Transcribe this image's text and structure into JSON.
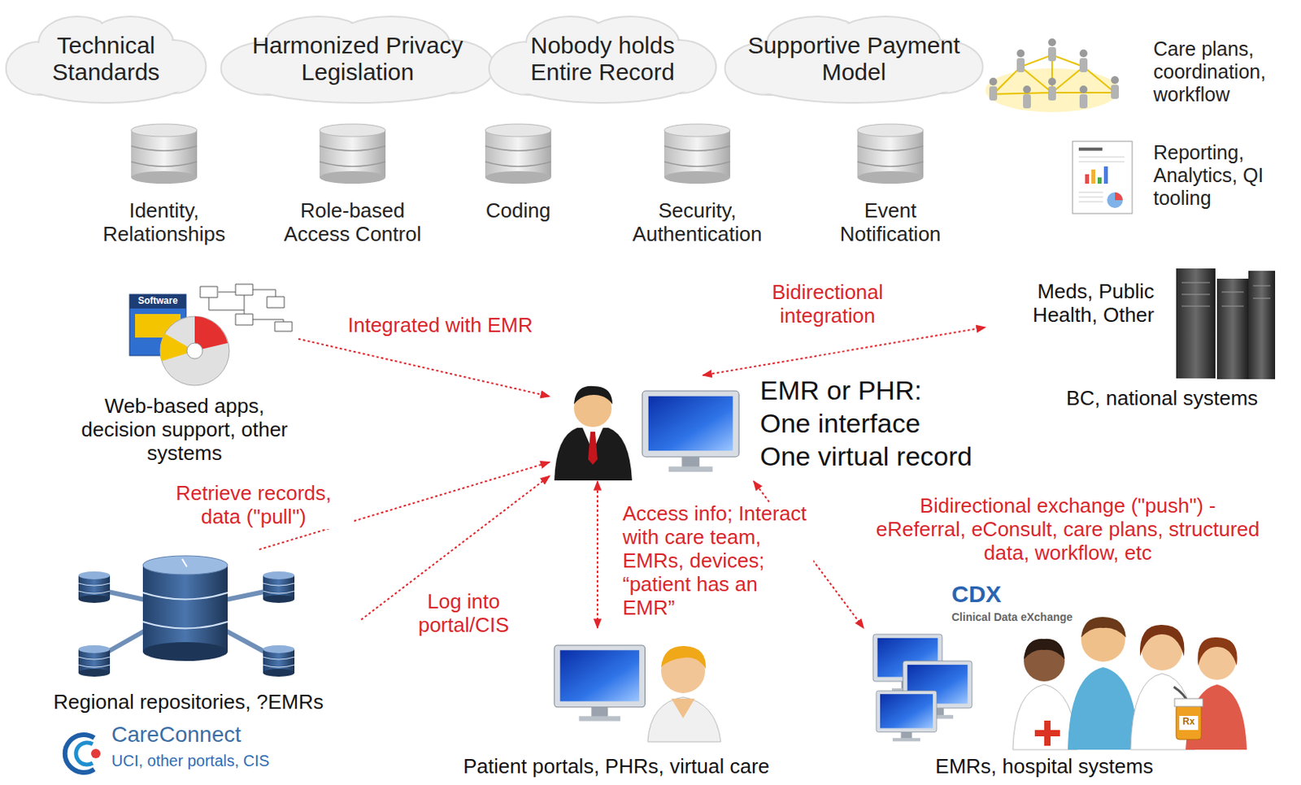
{
  "diagram": {
    "nodes": [
      {
        "text": [
          "Technical Standards"
        ]
      },
      {
        "text": [
          "Harmonized Privacy Legislation"
        ]
      },
      {
        "text": [
          "Nobody holds Entire Record"
        ]
      },
      {
        "text": [
          "Supportive Payment Model"
        ]
      },
      {
        "text": [
          "Web-based apps, decision support, other systems"
        ]
      },
      {
        "text": [
          "EMR or PHR:",
          "One interface",
          "One virtual record"
        ]
      },
      {
        "text": [
          "Meds, Public Health, Other",
          "BC, national systems"
        ]
      },
      {
        "text": [
          "Regional repositories, ?EMRs",
          "CareConnect",
          "UCI, other portals, CIS"
        ]
      },
      {
        "text": [
          "Patient portals, PHRs, virtual care"
        ]
      },
      {
        "text": [
          "CDX",
          "Clinical Data eXchange",
          "EMRs, hospital systems"
        ]
      }
    ],
    "edges": [
      {
        "from": 4,
        "to": 5,
        "label": "Integrated with EMR",
        "arrow": "to"
      },
      {
        "from": 5,
        "to": 6,
        "label": "Bidirectional integration",
        "arrow": "both"
      },
      {
        "from": 7,
        "to": 5,
        "label": "Retrieve records, data (\"pull\")",
        "arrow": "to"
      },
      {
        "from": 7,
        "to": 5,
        "label": "Log into portal/CIS",
        "arrow": "to"
      },
      {
        "from": 5,
        "to": 8,
        "label": "Access info; Interact with care team, EMRs, devices; “patient has an EMR”",
        "arrow": "both"
      },
      {
        "from": 5,
        "to": 9,
        "label": "Bidirectional exchange (\"push\") - eReferral, eConsult, care plans, structured data, workflow, etc",
        "arrow": "both"
      }
    ],
    "labels": [
      "Identity, Relationships",
      "Role-based Access Control",
      "Coding",
      "Security, Authentication",
      "Event Notification",
      "Care plans, coordination, workflow",
      "Reporting, Analytics, QI tooling",
      "Software",
      "Rx"
    ]
  }
}
